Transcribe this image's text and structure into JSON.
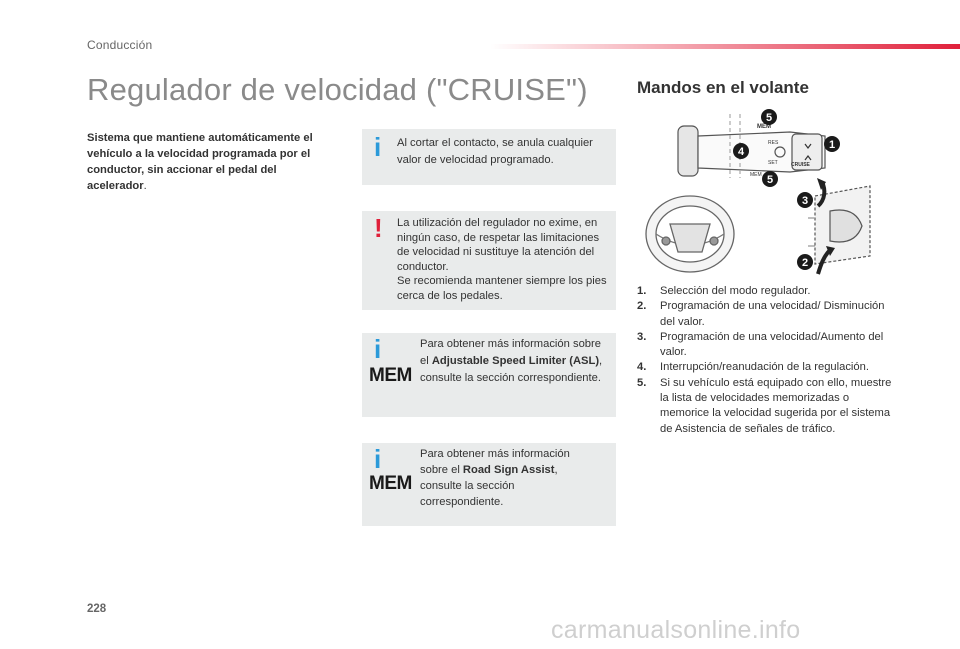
{
  "header": {
    "section": "Conducción"
  },
  "title": "Regulador de velocidad (\"CRUISE\")",
  "intro": {
    "bold": "Sistema que mantiene automáticamente el vehículo a la velocidad programada por el conductor, sin accionar el pedal del acelerador",
    "tail": "."
  },
  "notes": {
    "n1": {
      "mark": "i",
      "text": "Al cortar el contacto, se anula cualquier valor de velocidad programado."
    },
    "n2": {
      "mark": "!",
      "line1": "La utilización del regulador no exime, en ningún caso, de respetar las limitaciones de velocidad ni sustituye la atención del conductor.",
      "line2": "Se recomienda mantener siempre los pies cerca de los pedales."
    },
    "n3": {
      "mark": "i",
      "mem": "MEM",
      "pre": "Para obtener más información sobre  el ",
      "bold": "Adjustable Speed Limiter (ASL)",
      "post": ", consulte la sección correspondiente."
    },
    "n4": {
      "mark": "i",
      "mem": "MEM",
      "pre": "Para obtener más información sobre el ",
      "bold": "Road Sign Assist",
      "post": ", consulte la sección correspondiente."
    }
  },
  "controls": {
    "title": "Mandos en el volante",
    "diagram_labels": {
      "mem": "MEM",
      "res": "RES",
      "set": "SET",
      "cruise": "CRUISE"
    },
    "callouts": [
      "1",
      "2",
      "3",
      "4",
      "5",
      "5"
    ],
    "items": [
      {
        "num": "1.",
        "text": "Selección del modo regulador."
      },
      {
        "num": "2.",
        "text": "Programación de una velocidad/ Disminución del valor."
      },
      {
        "num": "3.",
        "text": "Programación de una velocidad/Aumento del valor."
      },
      {
        "num": "4.",
        "text": "Interrupción/reanudación de la regulación."
      },
      {
        "num": "5.",
        "text": "Si su vehículo está equipado con ello, muestre la lista de velocidades memorizadas o memorice la velocidad sugerida por el sistema de Asistencia de señales de tráfico."
      }
    ]
  },
  "page_number": "228",
  "watermark": "carmanualsonline.info",
  "colors": {
    "accent_red": "#e0203a",
    "info_blue": "#2b9ad9",
    "note_bg": "#e9ebeb",
    "title_gray": "#8a8a8a"
  }
}
